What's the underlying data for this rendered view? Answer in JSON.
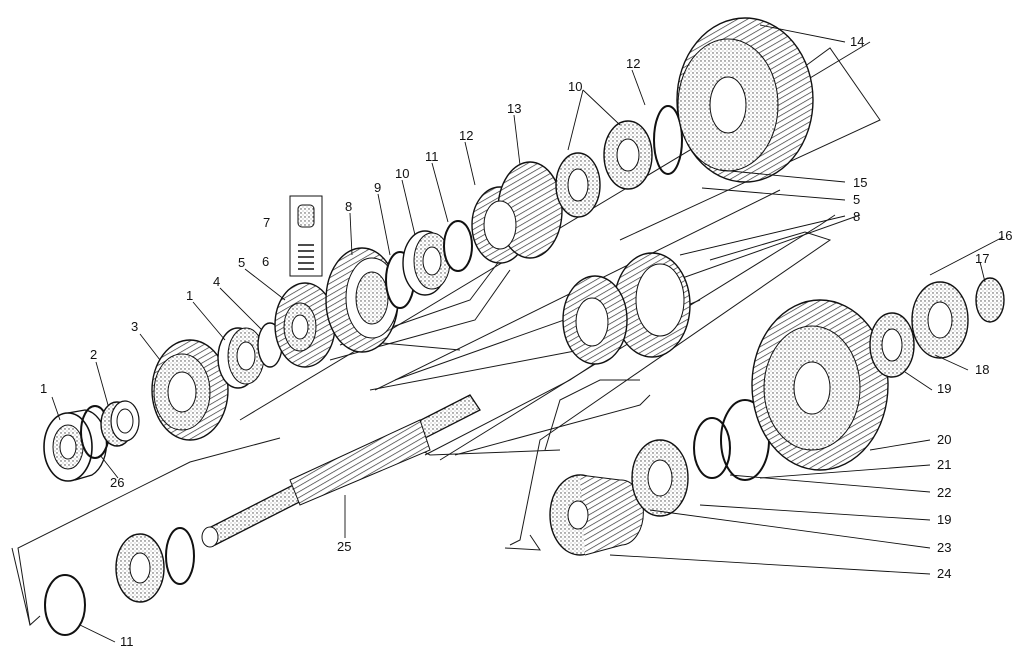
{
  "diagram": {
    "ink_color": "#1a1a1a",
    "paper_color": "#ffffff",
    "callouts": [
      {
        "id": "c1a",
        "text": "1"
      },
      {
        "id": "c1b",
        "text": "1"
      },
      {
        "id": "c2",
        "text": "2"
      },
      {
        "id": "c3",
        "text": "3"
      },
      {
        "id": "c4",
        "text": "4"
      },
      {
        "id": "c5a",
        "text": "5"
      },
      {
        "id": "c5b",
        "text": "5"
      },
      {
        "id": "c6",
        "text": "6"
      },
      {
        "id": "c7",
        "text": "7"
      },
      {
        "id": "c8a",
        "text": "8"
      },
      {
        "id": "c8b",
        "text": "8"
      },
      {
        "id": "c9",
        "text": "9"
      },
      {
        "id": "c10a",
        "text": "10"
      },
      {
        "id": "c10b",
        "text": "10"
      },
      {
        "id": "c11a",
        "text": "11"
      },
      {
        "id": "c11b",
        "text": "11"
      },
      {
        "id": "c12a",
        "text": "12"
      },
      {
        "id": "c12b",
        "text": "12"
      },
      {
        "id": "c13",
        "text": "13"
      },
      {
        "id": "c14",
        "text": "14"
      },
      {
        "id": "c15",
        "text": "15"
      },
      {
        "id": "c16",
        "text": "16"
      },
      {
        "id": "c17",
        "text": "17"
      },
      {
        "id": "c18",
        "text": "18"
      },
      {
        "id": "c19a",
        "text": "19"
      },
      {
        "id": "c19b",
        "text": "19"
      },
      {
        "id": "c20",
        "text": "20"
      },
      {
        "id": "c21",
        "text": "21"
      },
      {
        "id": "c22",
        "text": "22"
      },
      {
        "id": "c23",
        "text": "23"
      },
      {
        "id": "c24",
        "text": "24"
      },
      {
        "id": "c25",
        "text": "25"
      },
      {
        "id": "c26",
        "text": "26"
      }
    ]
  }
}
